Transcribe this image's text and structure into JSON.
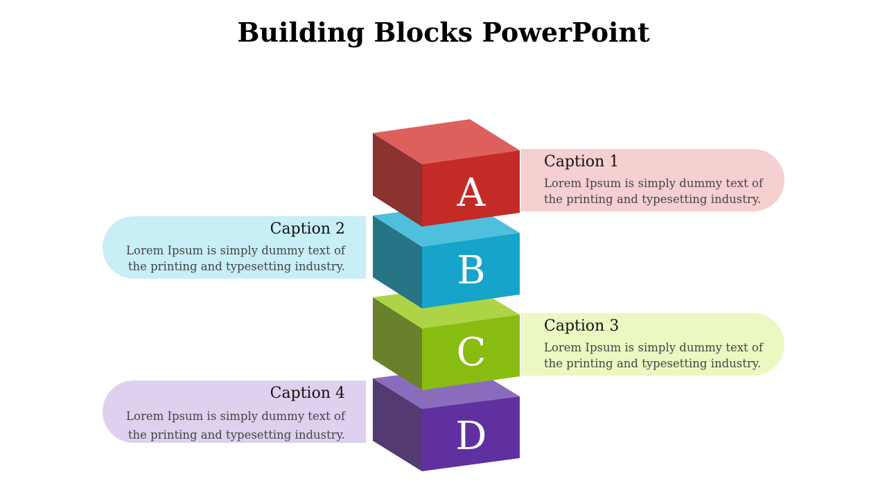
{
  "title": "Building Blocks PowerPoint",
  "blocks": [
    {
      "letter": "A",
      "colors": {
        "top": "#DD605C",
        "side": "#8A3330",
        "front": "#C42B27"
      }
    },
    {
      "letter": "B",
      "colors": {
        "top": "#4EC0DD",
        "side": "#277487",
        "front": "#16A4CA"
      }
    },
    {
      "letter": "C",
      "colors": {
        "top": "#ACD446",
        "side": "#68812A",
        "front": "#88BC10"
      }
    },
    {
      "letter": "D",
      "colors": {
        "top": "#8A6CBC",
        "side": "#533A70",
        "front": "#6130A0"
      }
    }
  ],
  "captions": [
    {
      "title": "Caption 1",
      "text": "Lorem Ipsum is simply dummy text of the printing and typesetting industry.",
      "color": "#F6CFD0"
    },
    {
      "title": "Caption 2",
      "text": "Lorem Ipsum is simply dummy text of the printing and typesetting industry.",
      "color": "#C8EEF6"
    },
    {
      "title": "Caption 3",
      "text": "Lorem Ipsum is simply dummy text of the printing and typesetting industry.",
      "color": "#EBF8C2"
    },
    {
      "title": "Caption 4",
      "text": "Lorem Ipsum is simply dummy text of the printing and typesetting industry.",
      "color": "#DED0EE"
    }
  ]
}
